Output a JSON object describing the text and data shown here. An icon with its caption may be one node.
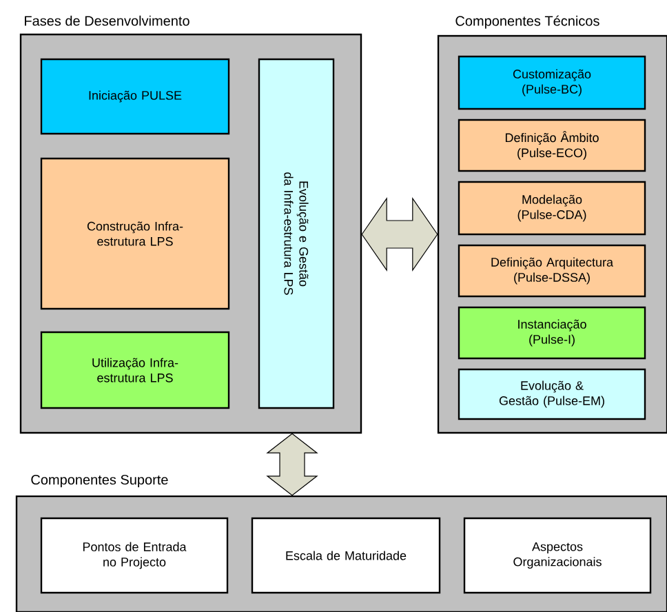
{
  "diagram": {
    "nodes": [
      {
        "text": [
          "Fases de Desenvolvimento"
        ]
      },
      {
        "text": [
          "Iniciação PULSE"
        ],
        "in": 0
      },
      {
        "text": [
          "Construção Infra-estrutura LPS"
        ],
        "in": 0
      },
      {
        "text": [
          "Utilização Infra-estrutura LPS"
        ],
        "in": 0
      },
      {
        "text": [
          "Evolução e Gestão da Infra-estrutura LPS"
        ],
        "in": 0
      },
      {
        "text": [
          "Componentes Técnicos"
        ]
      },
      {
        "text": [
          "Customização (Pulse-BC)"
        ],
        "in": 5
      },
      {
        "text": [
          "Definição Âmbito (Pulse-ECO)"
        ],
        "in": 5
      },
      {
        "text": [
          "Modelação (Pulse-CDA)"
        ],
        "in": 5
      },
      {
        "text": [
          "Definição Arquitectura (Pulse-DSSA)"
        ],
        "in": 5
      },
      {
        "text": [
          "Instanciação (Pulse-I)"
        ],
        "in": 5
      },
      {
        "text": [
          "Evolução & Gestão (Pulse-EM)"
        ],
        "in": 5
      },
      {
        "text": [
          "Componentes Suporte"
        ]
      },
      {
        "text": [
          "Pontos de Entrada no Projecto"
        ],
        "in": 12
      },
      {
        "text": [
          "Escala de Maturidade"
        ],
        "in": 12
      },
      {
        "text": [
          "Aspectos Organizacionais"
        ],
        "in": 12
      }
    ],
    "edges": [
      {
        "from": 0,
        "to": 5,
        "arrow": "both"
      },
      {
        "from": 0,
        "to": 12,
        "arrow": "both"
      }
    ]
  }
}
